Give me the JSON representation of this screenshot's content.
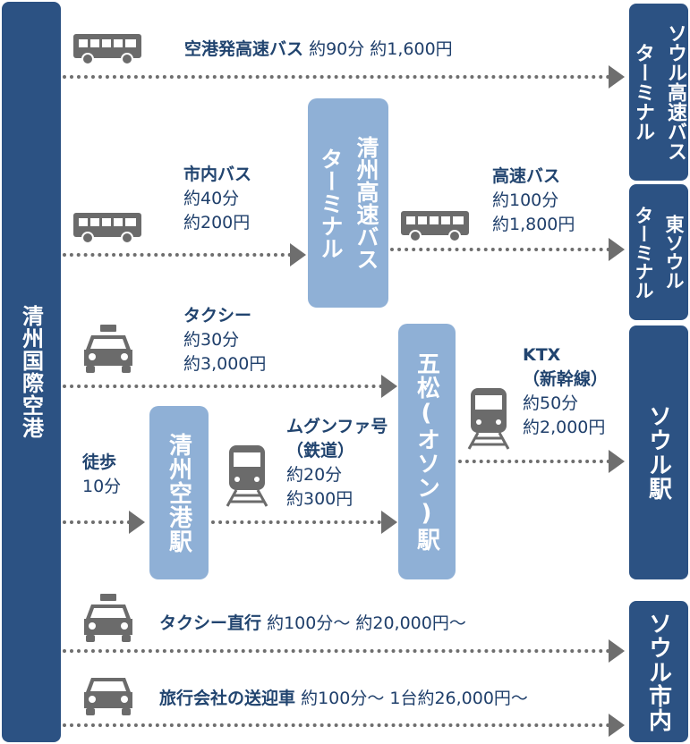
{
  "origin": "清州国際空港",
  "destinations": {
    "seoul_express_terminal": [
      "ソウル高速バス",
      "ターミナル"
    ],
    "east_seoul_terminal": [
      "東ソウル",
      "ターミナル"
    ],
    "seoul_station": "ソウル駅",
    "seoul_city": "ソウル市内"
  },
  "hubs": {
    "cheongju_express_terminal": [
      "清州高速バス",
      "ターミナル"
    ],
    "osong_station": "五松(オソン)駅",
    "airport_station": "清州空港駅"
  },
  "routes": {
    "airport_bus": {
      "name": "空港発高速バス",
      "detail": "約90分 約1,600円"
    },
    "city_bus": {
      "name": "市内バス",
      "time": "約40分",
      "fare": "約200円"
    },
    "express_bus": {
      "name": "高速バス",
      "time": "約100分",
      "fare": "約1,800円"
    },
    "taxi": {
      "name": "タクシー",
      "time": "約30分",
      "fare": "約3,000円"
    },
    "ktx": {
      "name": "KTX",
      "sub": "（新幹線）",
      "time": "約50分",
      "fare": "約2,000円"
    },
    "walk": {
      "name": "徒歩",
      "time": "10分"
    },
    "mugunghwa": {
      "name": "ムグンファ号",
      "sub": "（鉄道）",
      "time": "約20分",
      "fare": "約300円"
    },
    "taxi_direct": {
      "name": "タクシー直行",
      "detail": "約100分～ 約20,000円～"
    },
    "tour_car": {
      "name": "旅行会社の送迎車",
      "detail": "約100分～ 1台約26,000円～"
    }
  },
  "colors": {
    "dark_box": "#2c5283",
    "light_box": "#8fb0d6",
    "line": "#6e6e6e"
  },
  "icons": [
    "bus-icon",
    "taxi-icon",
    "train-icon",
    "car-icon"
  ]
}
